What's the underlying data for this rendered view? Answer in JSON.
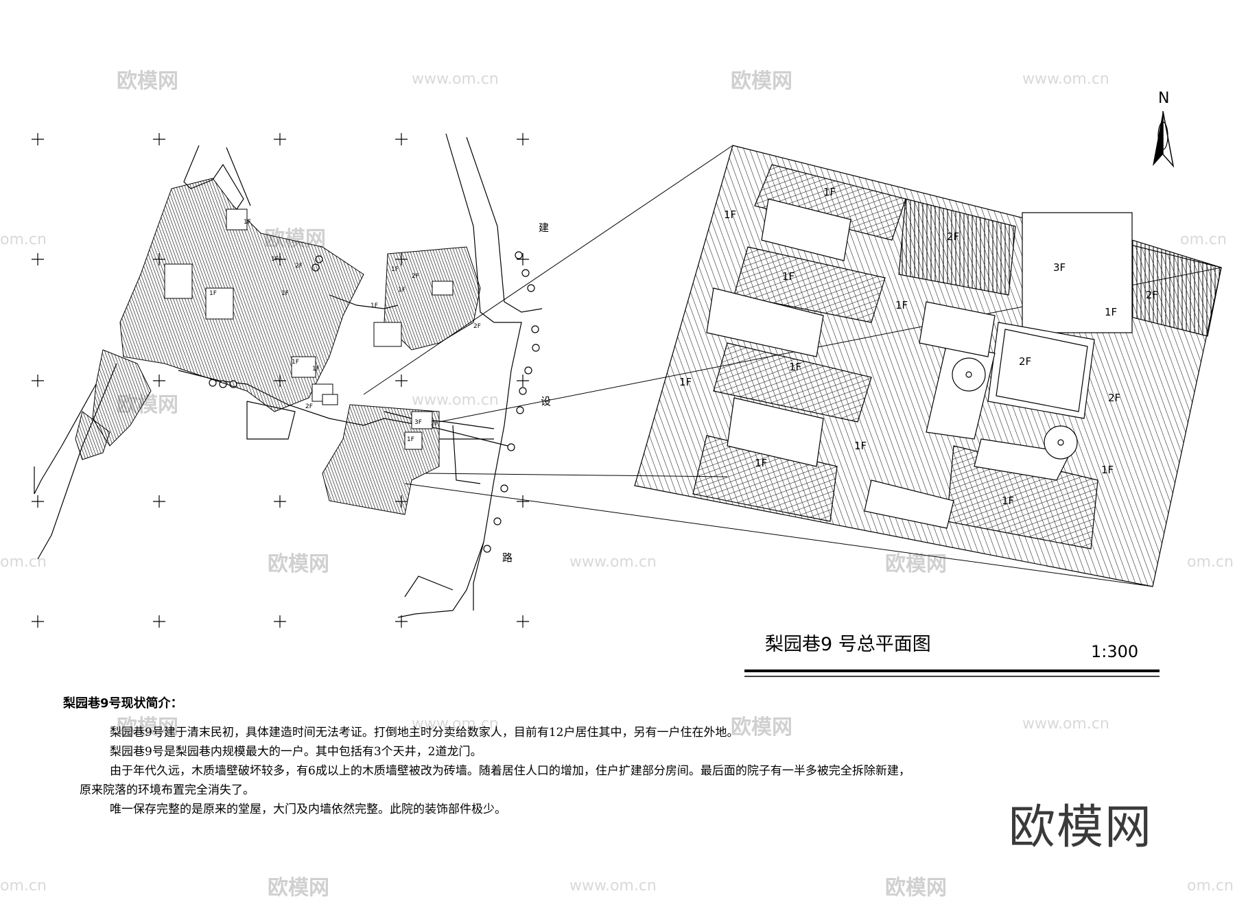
{
  "drawing": {
    "title": "梨园巷9 号总平面图",
    "scale": "1:300",
    "north": "N",
    "road_chars": [
      "建",
      "设",
      "路"
    ]
  },
  "site_labels": {
    "left": [
      "1F",
      "1F",
      "2F",
      "1F",
      "1F",
      "2F",
      "1F",
      "1F",
      "2F",
      "1F",
      "3F",
      "2F",
      "1F",
      "2F",
      "1F",
      "1F"
    ],
    "detail": [
      "1F",
      "1F",
      "2F",
      "3F",
      "1F",
      "1F",
      "2F",
      "1F",
      "2F",
      "1F",
      "1F",
      "1F",
      "1F",
      "1F",
      "2F",
      "1F"
    ]
  },
  "intro": {
    "title": "梨园巷9号现状简介：",
    "p1": "梨园巷9号建于清末民初，具体建造时间无法考证。打倒地主时分卖给数家人，目前有12户居住其中，另有一户住在外地。",
    "p2": "梨园巷9号是梨园巷内规模最大的一户。其中包括有3个天井，2道龙门。",
    "p3": "由于年代久远，木质墙壁破坏较多，有6成以上的木质墙壁被改为砖墙。随着居住人口的增加，住户扩建部分房间。最后面的院子有一半多被完全拆除新建，",
    "p3b": "原来院落的环境布置完全消失了。",
    "p4": "唯一保存完整的是原来的堂屋，大门及内墙依然完整。此院的装饰部件极少。"
  },
  "watermarks": {
    "logo_text": "欧模网",
    "url_text": "www.om.cn",
    "edge_text": "om.cn"
  }
}
